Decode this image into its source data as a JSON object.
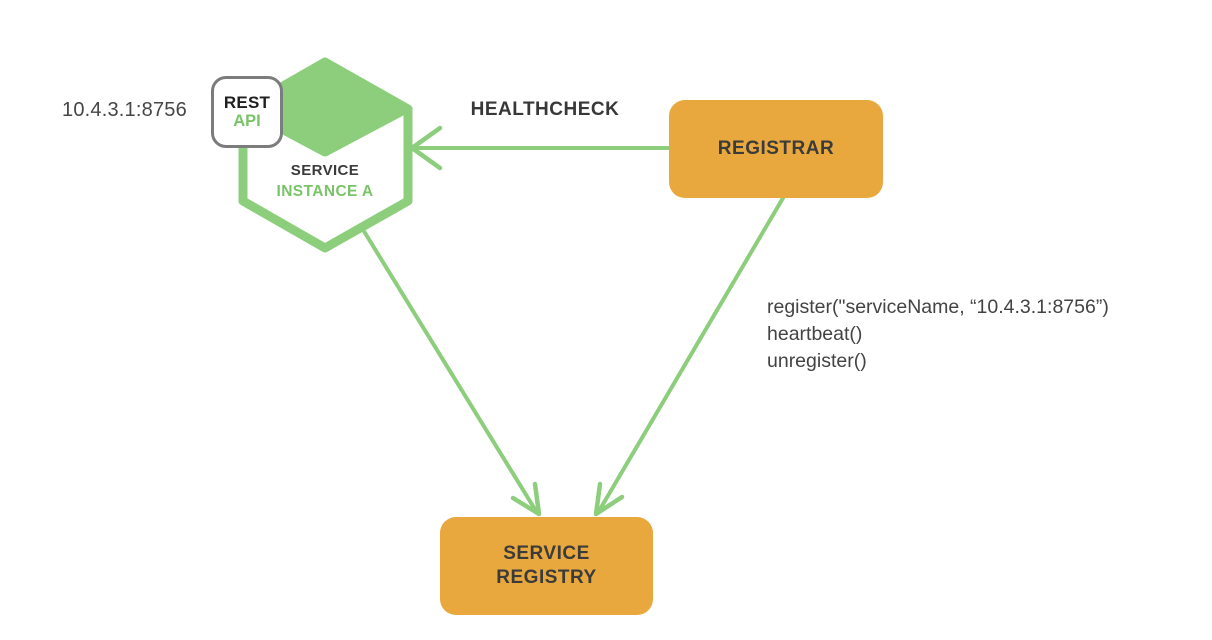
{
  "diagram": {
    "service_instance": {
      "address": "10.4.3.1:8756",
      "badge_line1": "REST",
      "badge_line2": "API",
      "name_line1": "SERVICE",
      "name_line2": "INSTANCE A"
    },
    "registrar": {
      "label": "REGISTRAR"
    },
    "service_registry": {
      "label": "SERVICE\nREGISTRY"
    },
    "edges": {
      "healthcheck_label": "HEALTHCHECK",
      "registrar_calls": [
        "register(\"serviceName, “10.4.3.1:8756”)",
        "heartbeat()",
        "unregister()"
      ]
    },
    "colors": {
      "green": "#8CCE7C",
      "green_text": "#79C468",
      "orange": "#E8A83D",
      "text_dark": "#3B3B3B",
      "badge_border": "#7C7C7C"
    }
  }
}
